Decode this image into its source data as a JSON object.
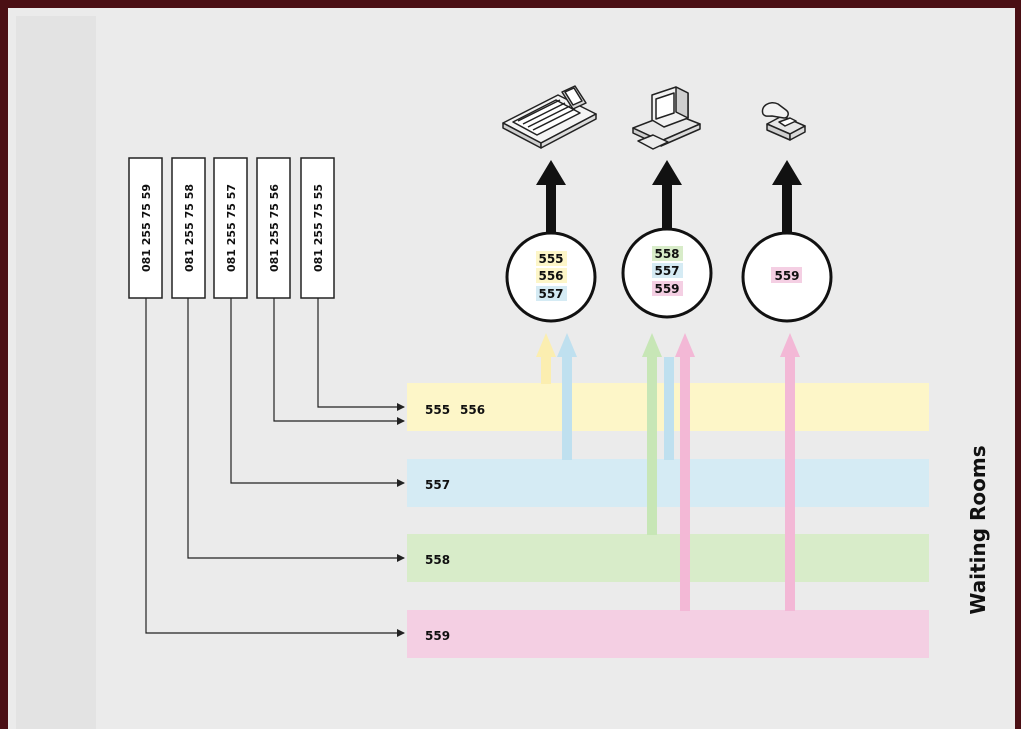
{
  "title": "Waiting Rooms",
  "phone_numbers": [
    "081 255 75 59",
    "081 255 75 58",
    "081 255 75 57",
    "081 255 75 56",
    "081 255 75 55"
  ],
  "rooms": {
    "yellow": {
      "labels": [
        "555",
        "556"
      ],
      "color": "#fdf6c8"
    },
    "blue": {
      "labels": [
        "557"
      ],
      "color": "#d5ebf4"
    },
    "green": {
      "labels": [
        "558"
      ],
      "color": "#d8ecc9"
    },
    "pink": {
      "labels": [
        "559"
      ],
      "color": "#f4cfe3"
    }
  },
  "devices": [
    {
      "name": "fax-icon",
      "queue": [
        "555",
        "556",
        "557"
      ]
    },
    {
      "name": "computer-icon",
      "queue": [
        "558",
        "557",
        "559"
      ]
    },
    {
      "name": "telephone-icon",
      "queue": [
        "559"
      ]
    }
  ]
}
